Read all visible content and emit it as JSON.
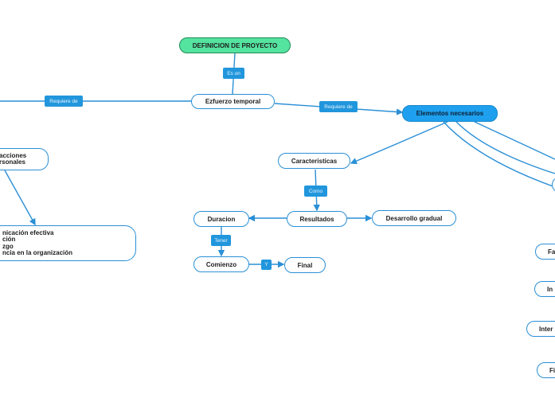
{
  "nodes": {
    "definicion": "DEFINICION DE PROYECTO",
    "esfuerzo": "Ezfuerzo temporal",
    "elementos": "Elementos necesarios",
    "caracteristicas": "Caracteristicas",
    "resultados": "Resultados",
    "desarrollo": "Desarrollo gradual",
    "duracion": "Duracion",
    "comienzo": "Comienzo",
    "final": "Final",
    "factores": "acciones\nrsonales",
    "habilidades": "nicación efectiva\nción\nzgo\nncia en la organización",
    "fa": "Fa",
    "in": "In",
    "inter": "Inter",
    "fi": "Fi"
  },
  "labels": {
    "es_un": "Es un",
    "requiere_de_left": "Requiere de",
    "requiere_de_right": "Requiere de",
    "como": "Como",
    "tener": "Tener",
    "y": "Y"
  },
  "colors": {
    "line": "#2a8fd6",
    "root_fill": "#55e3a0",
    "main_fill": "#1ea0ee",
    "label_fill": "#2196dc"
  }
}
